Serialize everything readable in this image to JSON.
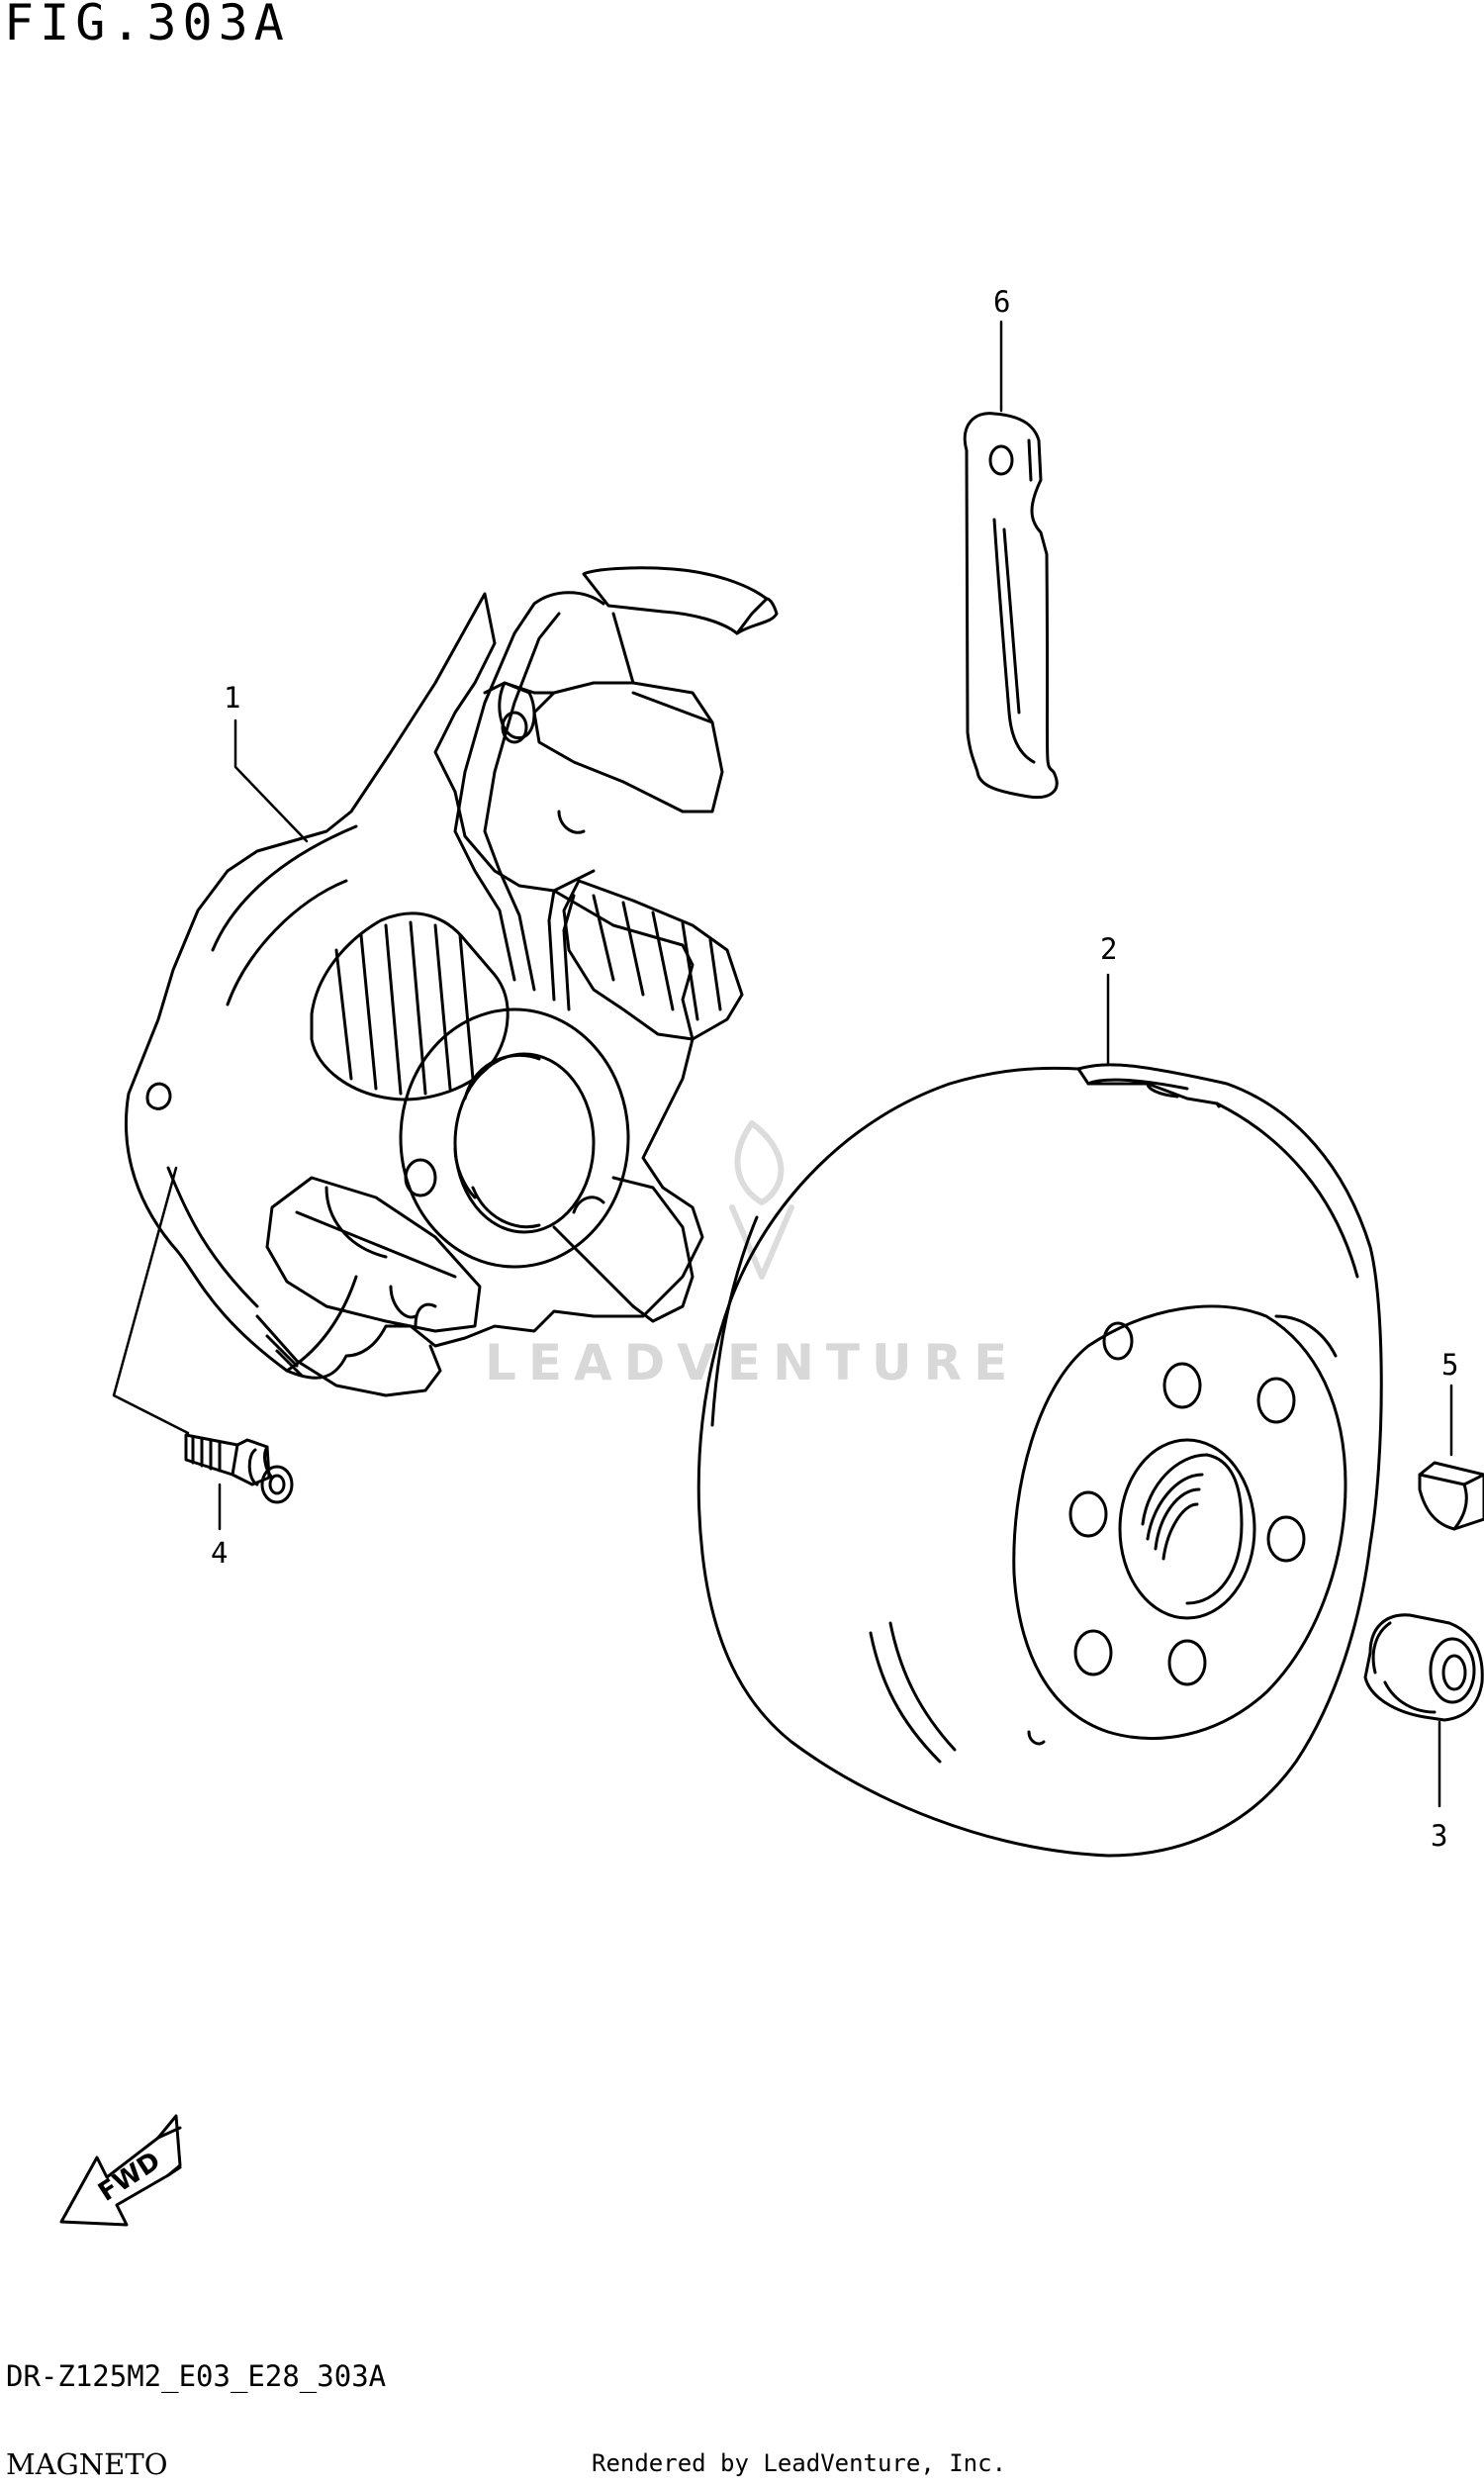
{
  "figure": {
    "title": "FIG.303A",
    "model_code": "DR-Z125M2_E03_E28_303A",
    "section_name": "MAGNETO",
    "credit": "Rendered by LeadVenture, Inc.",
    "watermark": "LEADVENTURE",
    "fwd_label": "FWD"
  },
  "callouts": [
    {
      "number": "1",
      "part": "stator"
    },
    {
      "number": "2",
      "part": "rotor"
    },
    {
      "number": "3",
      "part": "nut"
    },
    {
      "number": "4",
      "part": "bolt"
    },
    {
      "number": "5",
      "part": "key"
    },
    {
      "number": "6",
      "part": "clamp"
    }
  ],
  "icons": [
    "fwd-arrow-icon",
    "leadventure-logo-icon"
  ],
  "colors": {
    "line": "#000000",
    "watermark": "#d8d8d8",
    "background": "#ffffff"
  }
}
